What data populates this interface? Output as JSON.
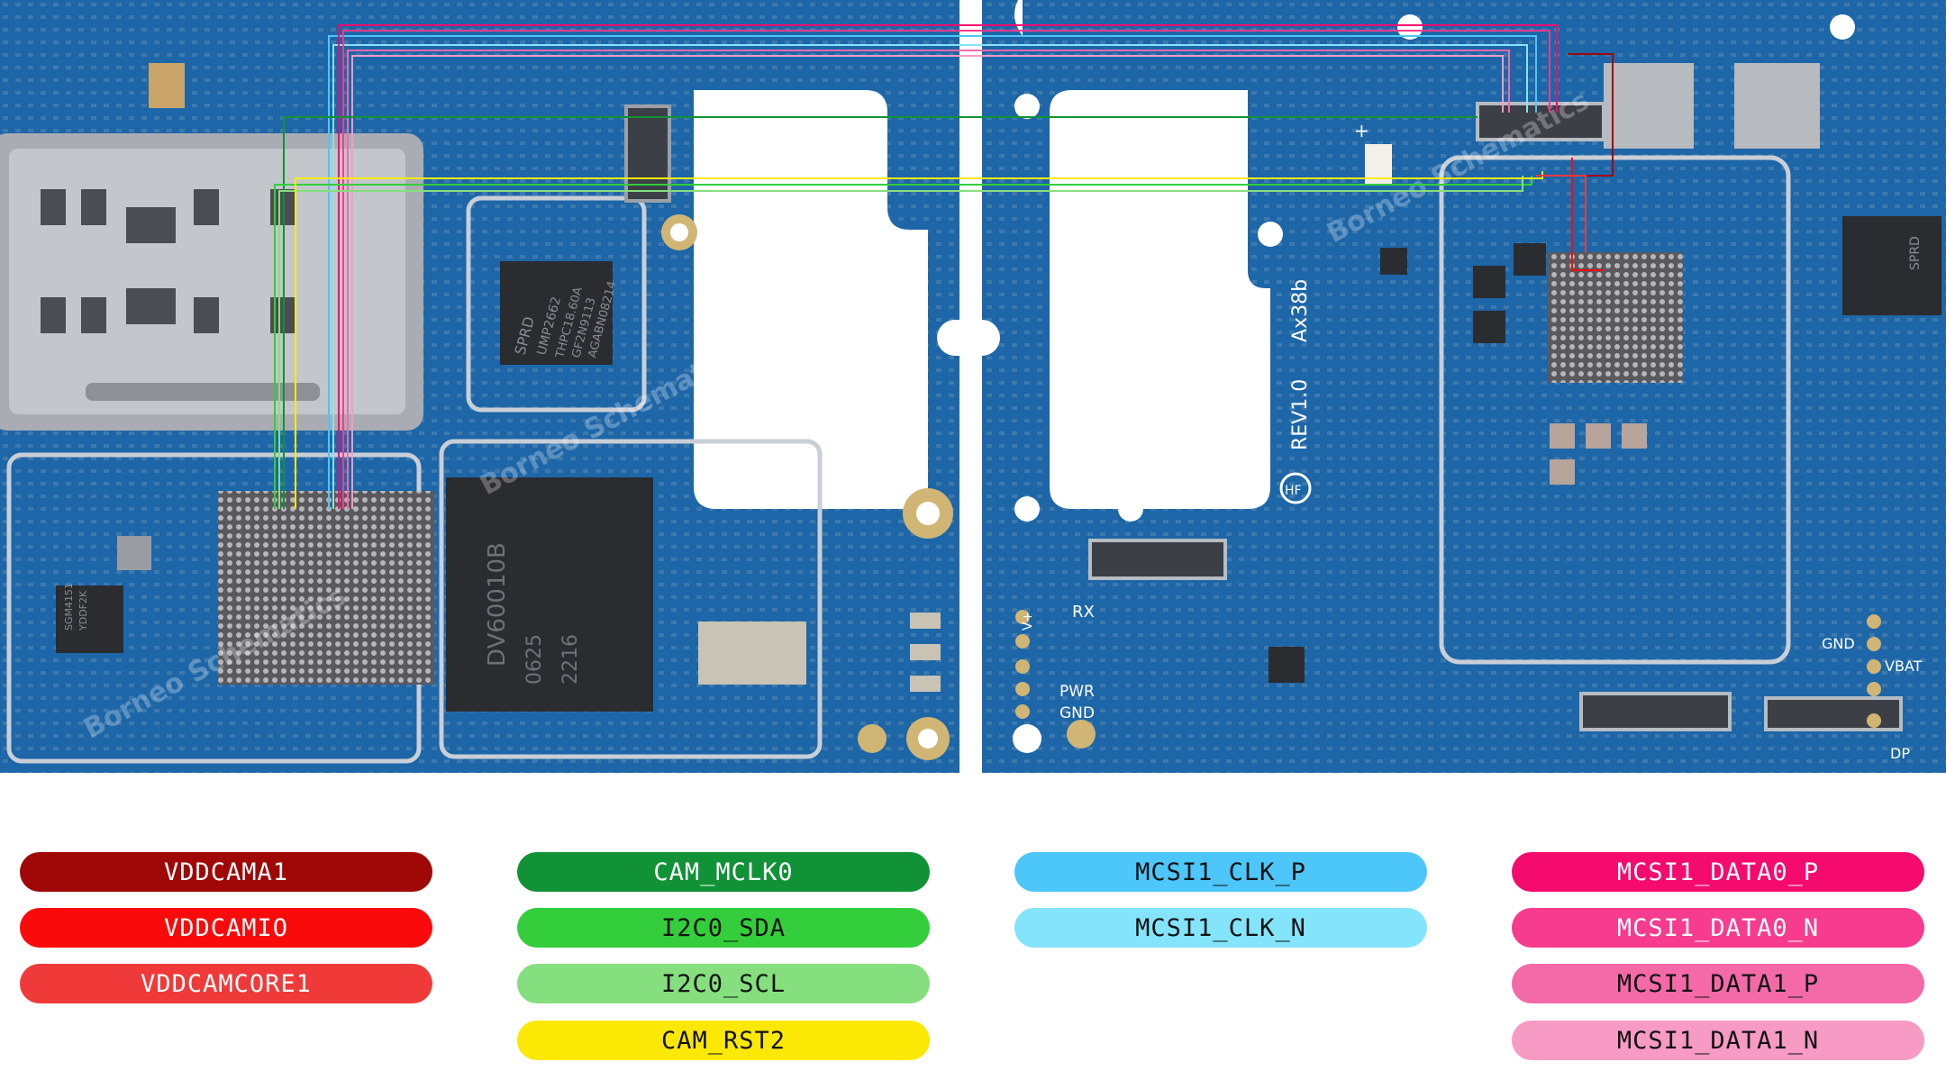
{
  "board": {
    "colors": {
      "pcb": "#1d66a8",
      "pcb_dark": "#13508a",
      "trace": "#2a7cc4",
      "white_area": "#ffffff"
    },
    "silkscreen": {
      "rev": "REV1.0",
      "model": "Ax38b",
      "hf": "HF",
      "rx": "RX",
      "pwr": "PWR",
      "gnd_left": "GND",
      "gnd_right": "GND",
      "vbat": "VBAT",
      "dp": "DP",
      "vplus": "V+",
      "plus": "+",
      "chip_sprd_1": "SPRD",
      "chip_sprd_1_model": "UMP2662",
      "chip_sprd_1_code": "THPC18.60A",
      "chip_sprd_1_lot": "GF2N9113",
      "chip_sprd_1_lot2": "AGABN08214",
      "chip_mem_code": "DV60010B",
      "chip_mem_code2": "0625",
      "chip_mem_code3": "2216",
      "chip_small_1": "SGM4151",
      "chip_small_1_code": "YDDF2K",
      "chip_sprd_2": "SPRD",
      "watermark": "Borneo Schematics"
    }
  },
  "legend": {
    "items": [
      {
        "label": "VDDCAMA1",
        "color": "#a00707",
        "text_color": "#ffffff"
      },
      {
        "label": "VDDCAMIO",
        "color": "#fa0a0a",
        "text_color": "#ffffff"
      },
      {
        "label": "VDDCAMCORE1",
        "color": "#f03a3a",
        "text_color": "#ffffff"
      },
      {
        "label": "CAM_MCLK0",
        "color": "#119237",
        "text_color": "#ffffff"
      },
      {
        "label": "I2C0_SDA",
        "color": "#34ce3c",
        "text_color": "#111111"
      },
      {
        "label": "I2C0_SCL",
        "color": "#86df7e",
        "text_color": "#111111"
      },
      {
        "label": "CAM_RST2",
        "color": "#fbe905",
        "text_color": "#111111"
      },
      {
        "label": "MCSI1_CLK_P",
        "color": "#4dc6f9",
        "text_color": "#111111"
      },
      {
        "label": "MCSI1_CLK_N",
        "color": "#83e4fc",
        "text_color": "#111111"
      },
      {
        "label": "MCSI1_DATA0_P",
        "color": "#f50a6e",
        "text_color": "#ffffff"
      },
      {
        "label": "MCSI1_DATA0_N",
        "color": "#f73b8e",
        "text_color": "#ffffff"
      },
      {
        "label": "MCSI1_DATA1_P",
        "color": "#f46aa8",
        "text_color": "#111111"
      },
      {
        "label": "MCSI1_DATA1_N",
        "color": "#f79ac4",
        "text_color": "#111111"
      }
    ]
  }
}
